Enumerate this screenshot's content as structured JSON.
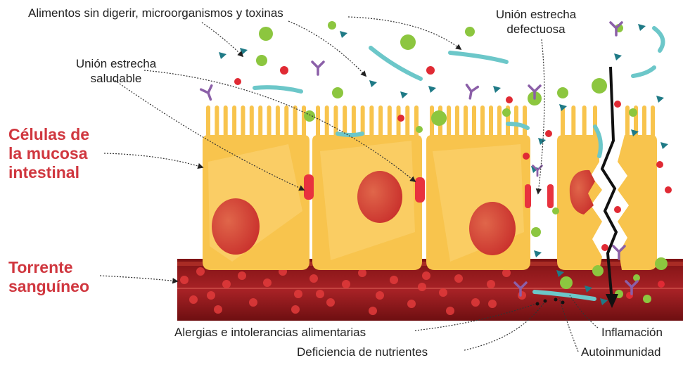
{
  "labels": {
    "top_left": "Alimentos sin digerir, microorganismos y toxinas",
    "tight_bad": [
      "Unión estrecha",
      "defectuosa"
    ],
    "tight_good": [
      "Unión estrecha",
      "saludable"
    ],
    "cells": [
      "Células de",
      "la mucosa",
      "intestinal"
    ],
    "blood": [
      "Torrente",
      "sanguíneo"
    ],
    "allergies": "Alergias e intolerancias alimentarias",
    "deficiency": "Deficiencia de nutrientes",
    "inflammation": "Inflamación",
    "autoimmunity": "Autoinmunidad"
  },
  "colors": {
    "label_red": "#d0373f",
    "cell_fill": "#f8c44d",
    "cell_dark": "#eaa82c",
    "nucleus": "#d8453c",
    "junction": "#e8323e",
    "blood_vessel": "#9b1b1c",
    "particle_green": "#8cc63f",
    "particle_teal": "#1f7a86",
    "particle_red": "#e02a34",
    "fiber": "#6cc7c9",
    "antibody": "#8b5fa8"
  }
}
